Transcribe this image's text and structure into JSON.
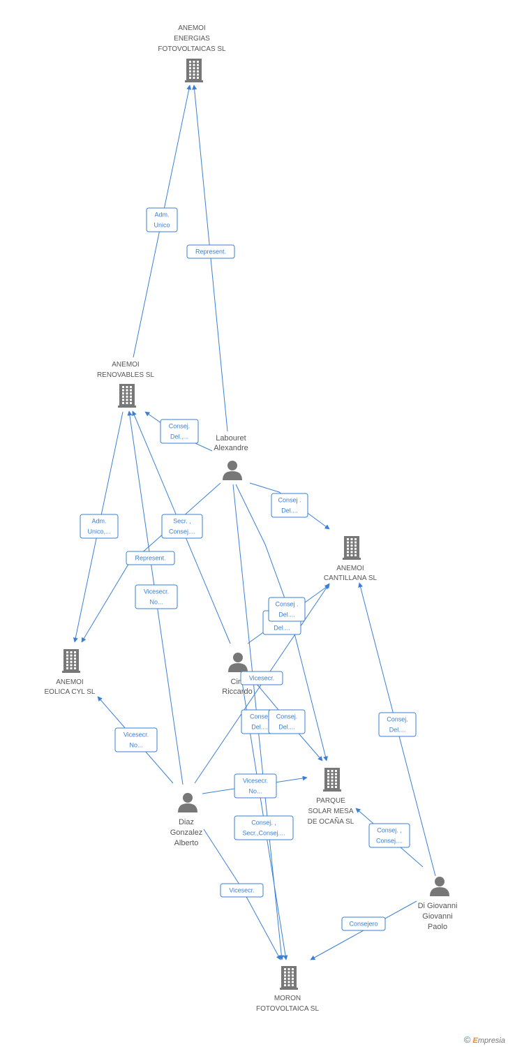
{
  "nodes": [
    {
      "id": "anemoi-energias",
      "kind": "company",
      "lines": [
        "ANEMOI",
        "ENERGIAS",
        "FOTOVOLTAICAS SL"
      ]
    },
    {
      "id": "anemoi-renovables",
      "kind": "company",
      "lines": [
        "ANEMOI",
        "RENOVABLES SL"
      ]
    },
    {
      "id": "labouret",
      "kind": "person",
      "lines": [
        "Labouret",
        "Alexandre"
      ]
    },
    {
      "id": "anemoi-cantillana",
      "kind": "company",
      "lines": [
        "ANEMOI",
        "CANTILLANA SL"
      ]
    },
    {
      "id": "anemoi-eolica",
      "kind": "company",
      "lines": [
        "ANEMOI",
        "EOLICA CYL  SL"
      ]
    },
    {
      "id": "cirillo",
      "kind": "person",
      "lines": [
        "Ciril",
        "Riccardo"
      ]
    },
    {
      "id": "parque-solar",
      "kind": "company",
      "lines": [
        "PARQUE",
        "SOLAR MESA",
        "DE OCAÑA SL"
      ]
    },
    {
      "id": "diaz",
      "kind": "person",
      "lines": [
        "Diaz",
        "Gonzalez",
        "Alberto"
      ]
    },
    {
      "id": "di-giovanni",
      "kind": "person",
      "lines": [
        "Di Giovanni",
        "Giovanni",
        "Paolo"
      ]
    },
    {
      "id": "moron",
      "kind": "company",
      "lines": [
        "MORON",
        "FOTOVOLTAICA SL"
      ]
    }
  ],
  "edge_labels": [
    {
      "id": "adm-unico-1",
      "lines": [
        "Adm.",
        "Unico"
      ]
    },
    {
      "id": "represent-1",
      "lines": [
        "Represent."
      ]
    },
    {
      "id": "consej-del-1",
      "lines": [
        "Consej.",
        "Del.,..."
      ]
    },
    {
      "id": "consej-del-2",
      "lines": [
        "Consej .",
        "Del...."
      ]
    },
    {
      "id": "adm-unico-2",
      "lines": [
        "Adm.",
        "Unico,..."
      ]
    },
    {
      "id": "secr-consej-1",
      "lines": [
        "Secr. ,",
        "Consej...."
      ]
    },
    {
      "id": "represent-2",
      "lines": [
        "Represent."
      ]
    },
    {
      "id": "vicesecr-no-1",
      "lines": [
        "Vicesecr.",
        "No..."
      ]
    },
    {
      "id": "del-back",
      "lines": [
        "",
        "Del...."
      ]
    },
    {
      "id": "consej-del-3",
      "lines": [
        "Consej .",
        "Del...."
      ]
    },
    {
      "id": "vicesecr-1",
      "lines": [
        "Vicesecr."
      ]
    },
    {
      "id": "consej-back",
      "lines": [
        "Consej",
        "Del...."
      ]
    },
    {
      "id": "consej-del-4",
      "lines": [
        "Consej.",
        "Del...."
      ]
    },
    {
      "id": "consej-del-5",
      "lines": [
        "Consej.",
        "Del...."
      ]
    },
    {
      "id": "vicesecr-no-2",
      "lines": [
        "Vicesecr.",
        "No..."
      ]
    },
    {
      "id": "vicesecr-no-3",
      "lines": [
        "Vicesecr.",
        "No..."
      ]
    },
    {
      "id": "consej-secr",
      "lines": [
        "Consej. ,",
        "Secr.,Consej...."
      ]
    },
    {
      "id": "consej-consej",
      "lines": [
        "Consej. ,",
        "Consej...."
      ]
    },
    {
      "id": "vicesecr-2",
      "lines": [
        "Vicesecr."
      ]
    },
    {
      "id": "consejero",
      "lines": [
        "Consejero"
      ]
    }
  ],
  "colors": {
    "edge": "#3a7fd5",
    "icon": "#777777",
    "label": "#555555"
  },
  "footer": {
    "copyright": "©",
    "brand_first": "E",
    "brand_rest": "mpresia"
  }
}
